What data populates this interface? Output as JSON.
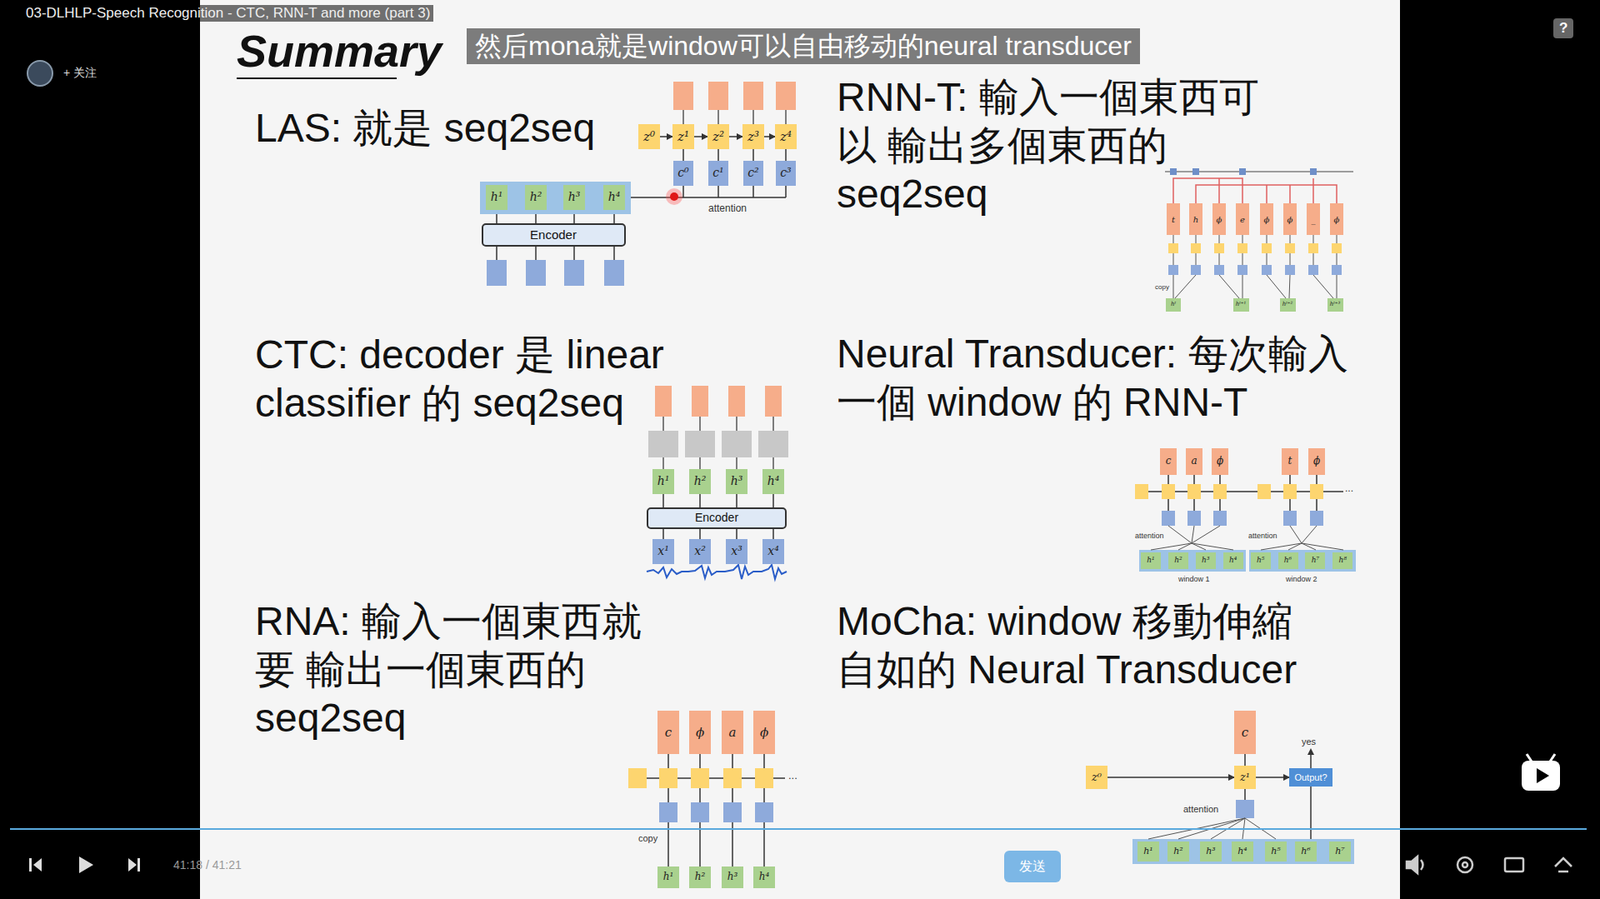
{
  "diagram": {
    "title": "Summary",
    "nodes": [
      {
        "text": [
          "z⁰"
        ]
      },
      {
        "text": [
          "z¹"
        ]
      },
      {
        "text": [
          "z²"
        ]
      },
      {
        "text": [
          "z³"
        ]
      },
      {
        "text": [
          "z⁴"
        ]
      },
      {
        "text": [
          "c⁰"
        ]
      },
      {
        "text": [
          "c¹"
        ]
      },
      {
        "text": [
          "c²"
        ]
      },
      {
        "text": [
          "c³"
        ]
      },
      {
        "text": [
          "h¹"
        ]
      },
      {
        "text": [
          "h²"
        ]
      },
      {
        "text": [
          "h³"
        ]
      },
      {
        "text": [
          "h⁴"
        ]
      },
      {
        "text": [
          "Encoder"
        ]
      },
      {
        "text": [
          "t"
        ]
      },
      {
        "text": [
          "h"
        ]
      },
      {
        "text": [
          "ϕ"
        ]
      },
      {
        "text": [
          "e"
        ]
      },
      {
        "text": [
          "ϕ"
        ]
      },
      {
        "text": [
          "ϕ"
        ]
      },
      {
        "text": [
          "_"
        ]
      },
      {
        "text": [
          "ϕ"
        ]
      },
      {
        "text": [
          "hᵗ"
        ]
      },
      {
        "text": [
          "hᵗ⁺¹"
        ]
      },
      {
        "text": [
          "hᵗ⁺²"
        ]
      },
      {
        "text": [
          "hᵗ⁺³"
        ]
      },
      {
        "text": [
          "h¹"
        ]
      },
      {
        "text": [
          "h²"
        ]
      },
      {
        "text": [
          "h³"
        ]
      },
      {
        "text": [
          "h⁴"
        ]
      },
      {
        "text": [
          "Encoder"
        ]
      },
      {
        "text": [
          "x¹"
        ]
      },
      {
        "text": [
          "x²"
        ]
      },
      {
        "text": [
          "x³"
        ]
      },
      {
        "text": [
          "x⁴"
        ]
      },
      {
        "text": [
          "c"
        ]
      },
      {
        "text": [
          "a"
        ]
      },
      {
        "text": [
          "ϕ"
        ]
      },
      {
        "text": [
          "t"
        ]
      },
      {
        "text": [
          "ϕ"
        ]
      },
      {
        "text": [
          "h¹"
        ]
      },
      {
        "text": [
          "h²"
        ]
      },
      {
        "text": [
          "h³"
        ]
      },
      {
        "text": [
          "h⁴"
        ]
      },
      {
        "text": [
          "h⁵"
        ]
      },
      {
        "text": [
          "h⁶"
        ]
      },
      {
        "text": [
          "h⁷"
        ]
      },
      {
        "text": [
          "h⁸"
        ]
      },
      {
        "text": [
          "c"
        ]
      },
      {
        "text": [
          "ϕ"
        ]
      },
      {
        "text": [
          "a"
        ]
      },
      {
        "text": [
          "ϕ"
        ]
      },
      {
        "text": [
          "h¹"
        ]
      },
      {
        "text": [
          "h²"
        ]
      },
      {
        "text": [
          "h³"
        ]
      },
      {
        "text": [
          "h⁴"
        ]
      },
      {
        "text": [
          "c"
        ]
      },
      {
        "text": [
          "z⁰"
        ]
      },
      {
        "text": [
          "z¹"
        ]
      },
      {
        "text": [
          "Output?"
        ]
      },
      {
        "text": [
          "h¹"
        ]
      },
      {
        "text": [
          "h²"
        ]
      },
      {
        "text": [
          "h³"
        ]
      },
      {
        "text": [
          "h⁴"
        ]
      },
      {
        "text": [
          "h⁵"
        ]
      },
      {
        "text": [
          "h⁶"
        ]
      },
      {
        "text": [
          "h⁷"
        ]
      },
      {
        "text": [
          "发送"
        ]
      }
    ],
    "edges": [
      {
        "from": 0,
        "to": 1,
        "arrow": "to"
      },
      {
        "from": 1,
        "to": 2,
        "arrow": "to"
      },
      {
        "from": 2,
        "to": 3,
        "arrow": "to"
      },
      {
        "from": 3,
        "to": 4,
        "arrow": "to"
      },
      {
        "from": 5,
        "to": 1,
        "arrow": "none"
      },
      {
        "from": 6,
        "to": 2,
        "arrow": "none"
      },
      {
        "from": 7,
        "to": 3,
        "arrow": "none"
      },
      {
        "from": 8,
        "to": 4,
        "arrow": "none"
      },
      {
        "from": 31,
        "to": 30,
        "arrow": "none"
      },
      {
        "from": 32,
        "to": 30,
        "arrow": "none"
      },
      {
        "from": 33,
        "to": 30,
        "arrow": "none"
      },
      {
        "from": 34,
        "to": 30,
        "arrow": "none"
      },
      {
        "from": 30,
        "to": 26,
        "arrow": "none"
      },
      {
        "from": 30,
        "to": 27,
        "arrow": "none"
      },
      {
        "from": 30,
        "to": 28,
        "arrow": "none"
      },
      {
        "from": 30,
        "to": 29,
        "arrow": "none"
      },
      {
        "from": 57,
        "to": 58,
        "arrow": "to"
      },
      {
        "from": 58,
        "to": 56,
        "arrow": "none"
      },
      {
        "from": 58,
        "to": 59,
        "arrow": "to"
      }
    ],
    "labels": [
      "03-DLHLP-Speech Recognition - CTC, RNN-T and more (part 3)",
      "+ 关注",
      "?",
      "然后mona就是window可以自由移动的neural transducer",
      "LAS: 就是 seq2seq",
      "RNN-T: 輸入一個東西可以 輸出多個東西的 seq2seq",
      "CTC: decoder 是 linear classifier 的 seq2seq",
      "Neural Transducer: 每次輸入 一個 window 的 RNN-T",
      "RNA: 輸入一個東西就要 輸出一個東西的 seq2seq",
      "MoCha: window 移動伸縮 自如的 Neural Transducer",
      "attention",
      "copy",
      "attention",
      "attention",
      "window 1",
      "window 2",
      "...",
      "copy",
      "...",
      "yes",
      "attention",
      "41:18 / 41:21"
    ]
  }
}
